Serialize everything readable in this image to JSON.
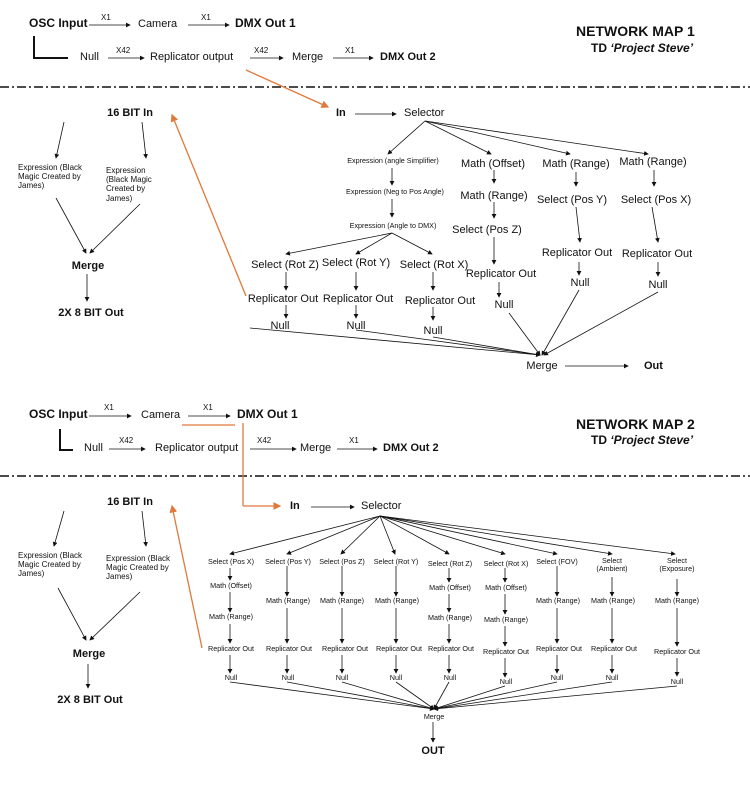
{
  "map1": {
    "title": "NETWORK MAP 1",
    "subtitle_prefix": "TD ",
    "subtitle_italic": "‘Project Steve’",
    "row1": {
      "osc": "OSC Input",
      "m1": "X1",
      "camera": "Camera",
      "m2": "X1",
      "dmx1": "DMX Out 1"
    },
    "row2": {
      "null": "Null",
      "m1": "X42",
      "rep": "Replicator output",
      "m2": "X42",
      "merge": "Merge",
      "m3": "X1",
      "dmx2": "DMX Out 2"
    },
    "left": {
      "in16": "16 BIT In",
      "expr_a": "Expression (Black Magic Created by James)",
      "expr_b": "Expression (Black Magic Created by James)",
      "merge": "Merge",
      "out": "2X 8 BIT Out"
    },
    "right": {
      "in": "In",
      "selector": "Selector",
      "expr1": "Expression (angle Simplifier)",
      "expr2": "Expression (Neg to Pos Angle)",
      "expr3": "Expression (Angle to DMX)",
      "sel_rz": "Select (Rot Z)",
      "sel_ry": "Select (Rot Y)",
      "sel_rx": "Select (Rot X)",
      "rep": "Replicator Out",
      "null": "Null",
      "math_offset": "Math (Offset)",
      "math_range": "Math (Range)",
      "sel_pz": "Select (Pos Z)",
      "sel_py": "Select (Pos Y)",
      "sel_px": "Select (Pos X)",
      "merge": "Merge",
      "out": "Out"
    }
  },
  "map2": {
    "title": "NETWORK MAP 2",
    "subtitle_prefix": "TD ",
    "subtitle_italic": "‘Project Steve’",
    "row1": {
      "osc": "OSC Input",
      "m1": "X1",
      "camera": "Camera",
      "m2": "X1",
      "dmx1": "DMX Out 1"
    },
    "row2": {
      "null": "Null",
      "m1": "X42",
      "rep": "Replicator output",
      "m2": "X42",
      "merge": "Merge",
      "m3": "X1",
      "dmx2": "DMX Out 2"
    },
    "left": {
      "in16": "16 BIT In",
      "expr_a": "Expression (Black Magic Created by James)",
      "expr_b": "Expression (Black Magic Created by James)",
      "merge": "Merge",
      "out": "2X 8 BIT Out"
    },
    "right": {
      "in": "In",
      "selector": "Selector",
      "sel_px": "Select (Pos X)",
      "sel_py": "Select (Pos Y)",
      "sel_pz": "Select (Pos Z)",
      "sel_ry": "Select (Rot Y)",
      "sel_rz": "Select (Rot Z)",
      "sel_rx": "Select (Rot X)",
      "sel_fov": "Select (FOV)",
      "sel_amb": "Select (Ambient)",
      "sel_exp": "Select (Exposure)",
      "math_offset": "Math (Offset)",
      "math_range": "Math (Range)",
      "rep": "Replicator Out",
      "null": "Null",
      "merge": "Merge",
      "out": "OUT"
    }
  }
}
